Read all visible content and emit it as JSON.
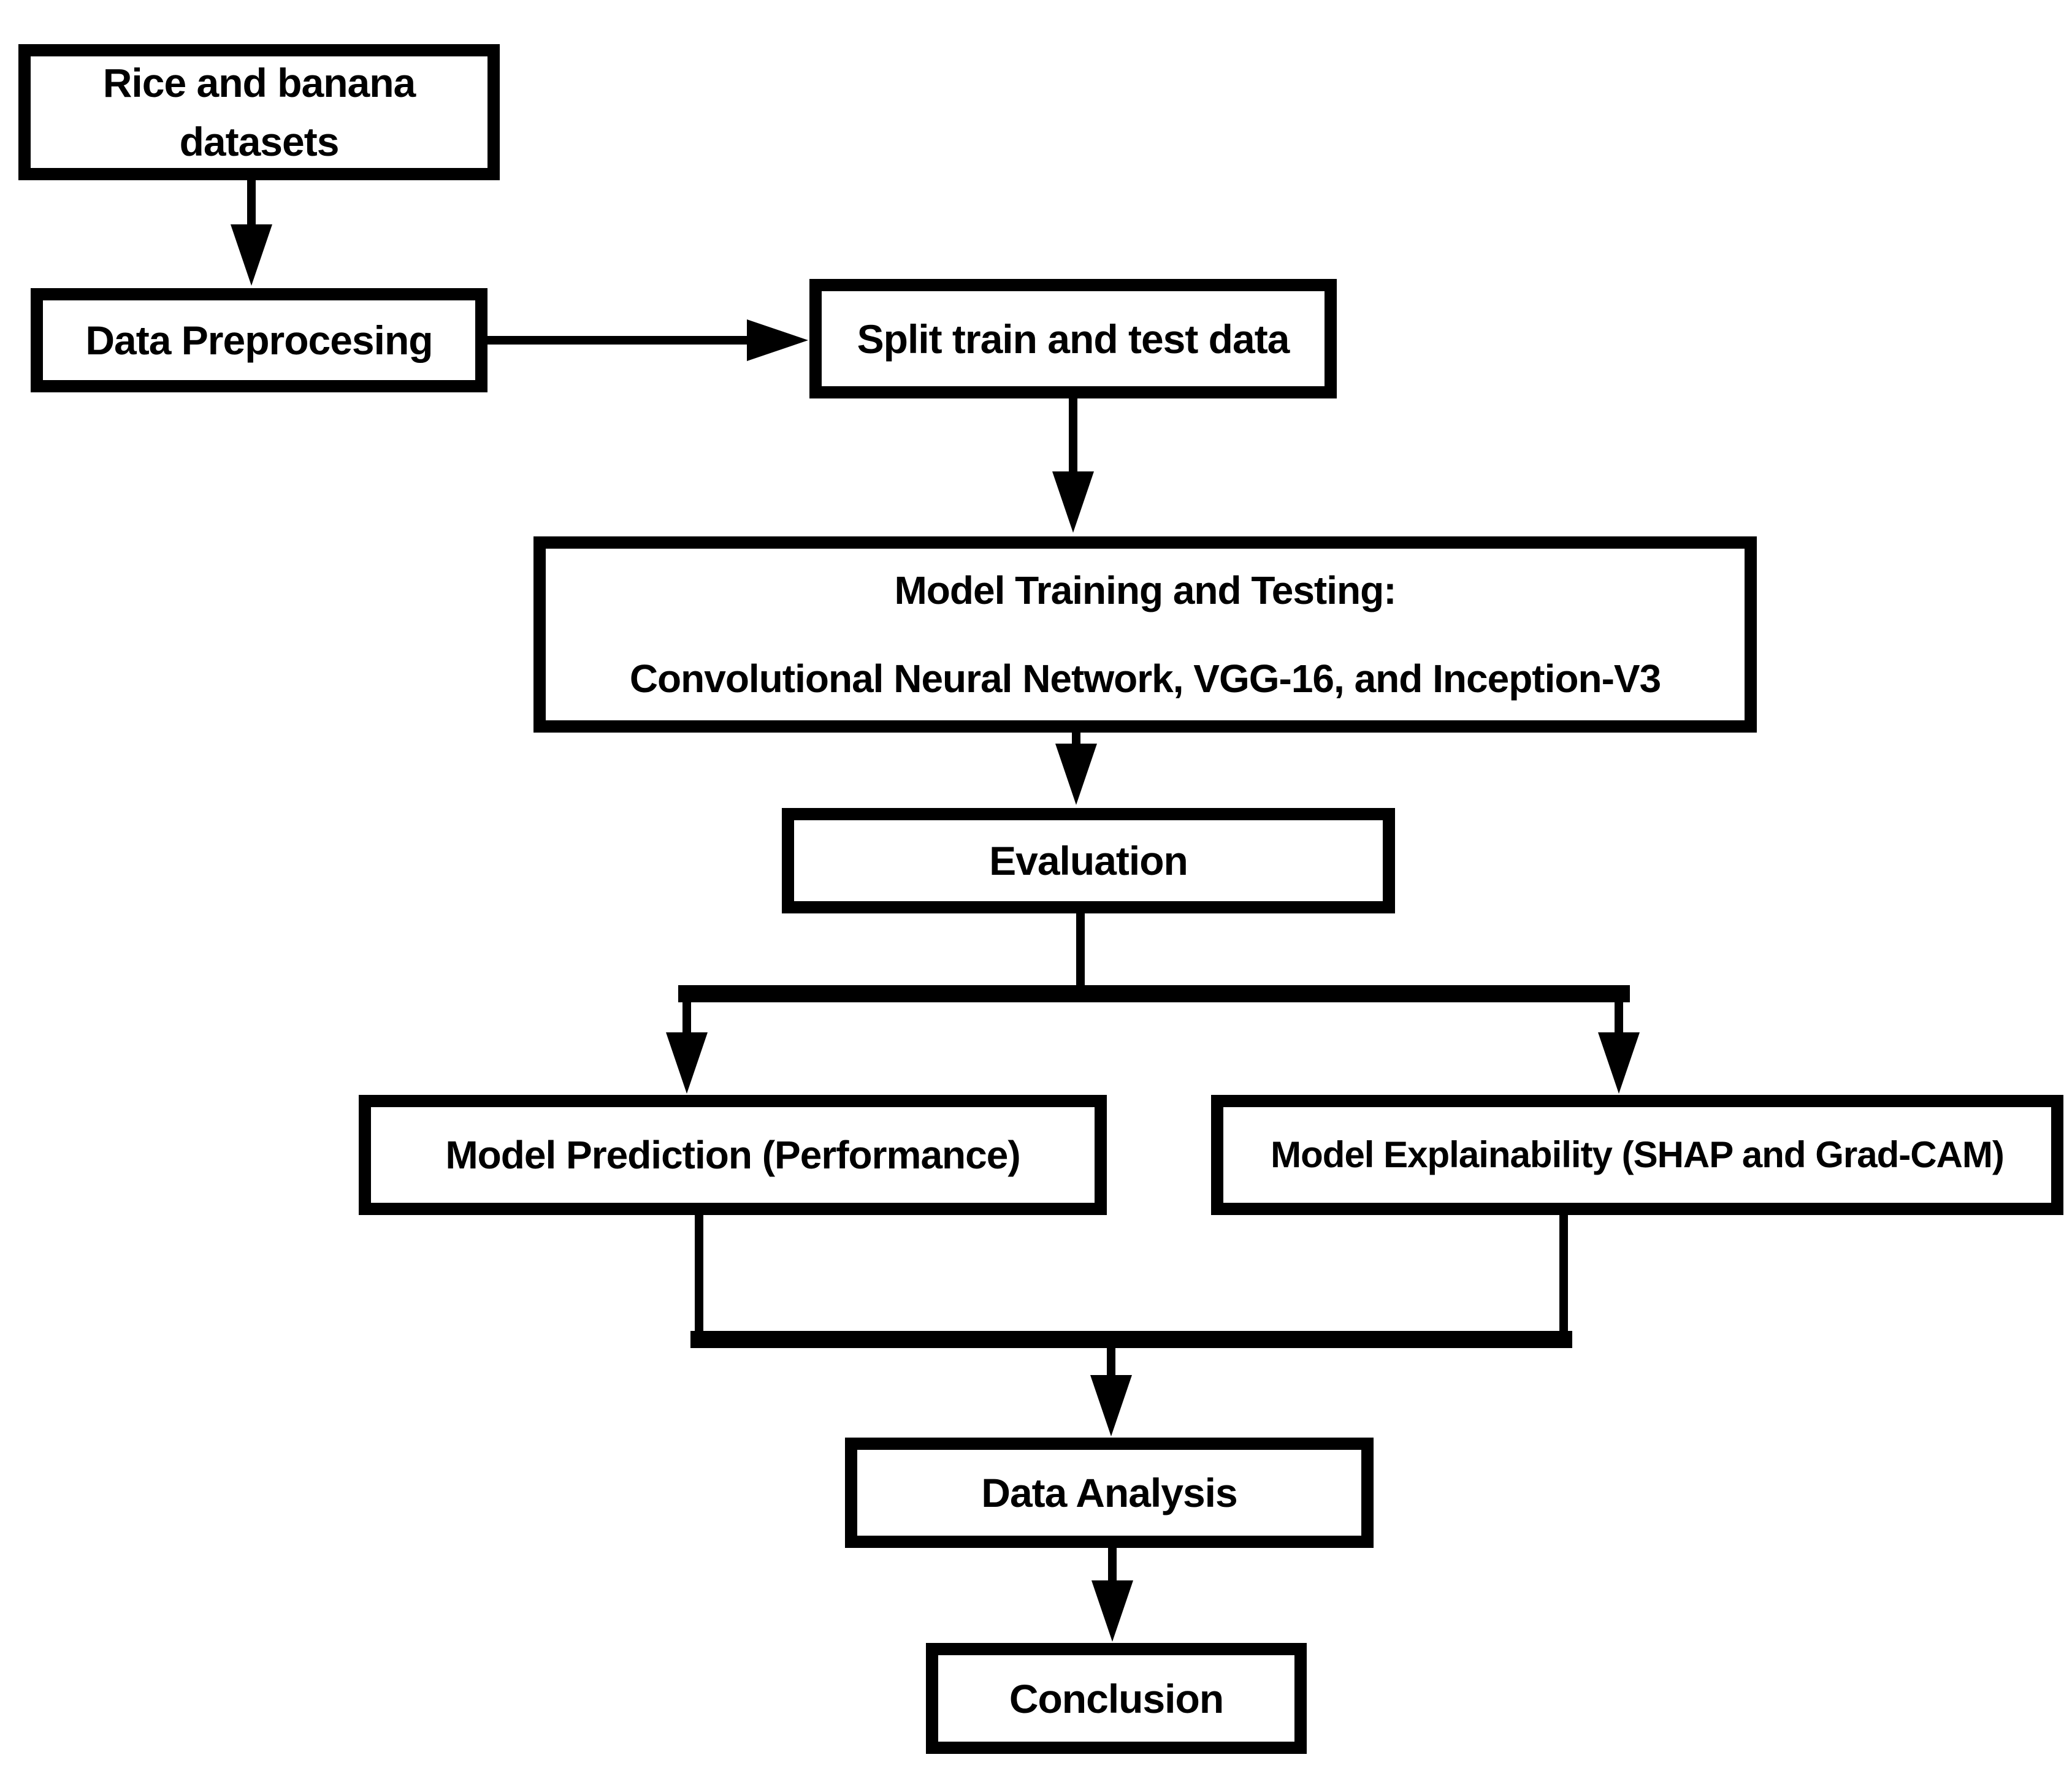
{
  "diagram": {
    "background_color": "#ffffff",
    "stroke_color": "#000000",
    "nodes": {
      "datasets": {
        "label_line1": "Rice and banana",
        "label_line2": "datasets"
      },
      "preprocessing": {
        "label": "Data Preprocesing"
      },
      "split": {
        "label": "Split train and test data"
      },
      "training": {
        "label_line1": "Model Training and Testing:",
        "label_line2": "Convolutional Neural Network, VGG-16, and Inception-V3"
      },
      "evaluation": {
        "label": "Evaluation"
      },
      "prediction": {
        "label": "Model Prediction (Performance)"
      },
      "explainability": {
        "label": "Model Explainability (SHAP and Grad-CAM)"
      },
      "analysis": {
        "label": "Data Analysis"
      },
      "conclusion": {
        "label": "Conclusion"
      }
    },
    "edges": [
      {
        "from": "datasets",
        "to": "preprocessing"
      },
      {
        "from": "preprocessing",
        "to": "split"
      },
      {
        "from": "split",
        "to": "training"
      },
      {
        "from": "training",
        "to": "evaluation"
      },
      {
        "from": "evaluation",
        "to": "prediction"
      },
      {
        "from": "evaluation",
        "to": "explainability"
      },
      {
        "from": "prediction",
        "to": "analysis"
      },
      {
        "from": "explainability",
        "to": "analysis"
      },
      {
        "from": "analysis",
        "to": "conclusion"
      }
    ]
  }
}
